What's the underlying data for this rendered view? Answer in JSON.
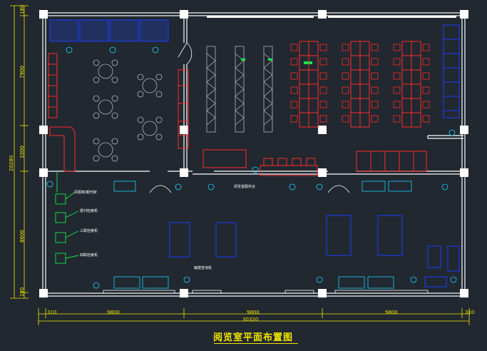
{
  "title": "阅览室平面布置图",
  "dimensions": {
    "bottom_segments": [
      "310",
      "9800",
      "9800",
      "9800",
      "310"
    ],
    "bottom_total": "30320",
    "left_segments": [
      "180",
      "7900",
      "3300",
      "8600",
      "180"
    ],
    "left_total": "20280"
  },
  "area_labels": {
    "center_desk": "阅览室服务台",
    "item_a": "阅报架/期刊架",
    "item_b": "报刊检索机",
    "item_c": "三联检索机",
    "item_d": "四联检索机",
    "item_e": "触摸查询机"
  },
  "colors": {
    "background": "#212830",
    "wall": "#ffffff",
    "dimension": "#f2e600",
    "furniture_red": "#ff2a2a",
    "furniture_blue": "#1a3cff",
    "plant_cyan": "#19d0ff",
    "label_green": "#15e84b",
    "gray": "#b4b4b4"
  }
}
